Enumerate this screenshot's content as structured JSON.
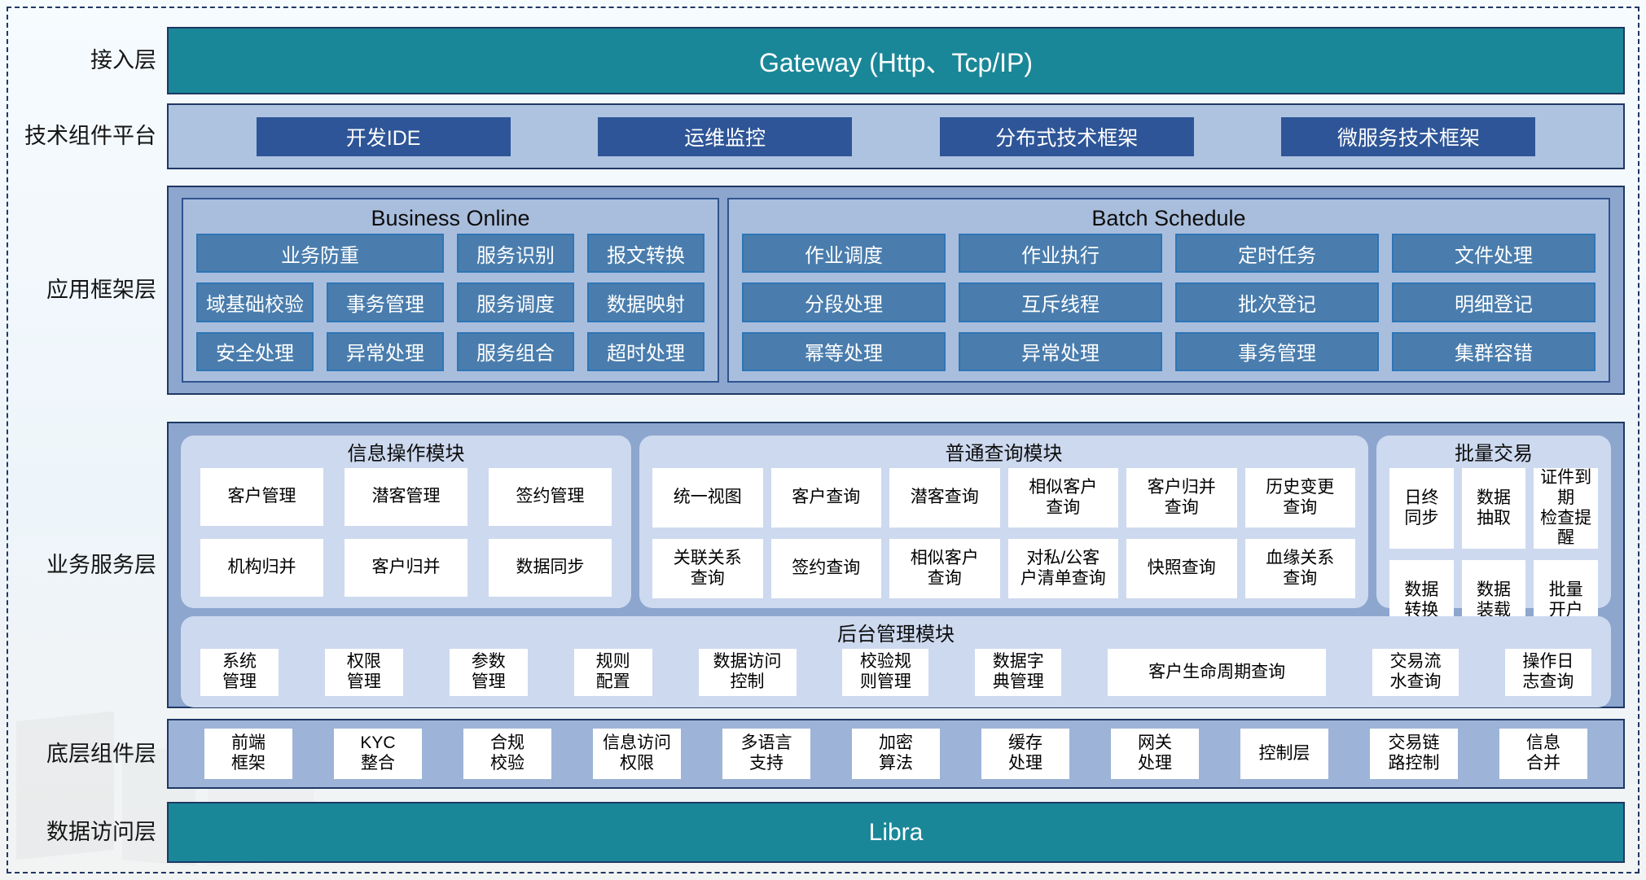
{
  "colors": {
    "teal_bar": "#1a8798",
    "navy_border": "#1f3864",
    "tech_button_blue": "#2e5597",
    "module_cell_blue": "#4a7dad",
    "panel_blue": "#8ca6ce",
    "sub_panel_blue": "#a9bedd",
    "rounded_panel_blue": "#cdd9ef"
  },
  "layer_labels": {
    "access": "接入层",
    "tech_platform": "技术组件平台",
    "app_framework": "应用框架层",
    "business_service": "业务服务层",
    "base_components": "底层组件层",
    "data_access": "数据访问层"
  },
  "access_layer": {
    "gateway": "Gateway (Http、Tcp/IP)"
  },
  "tech_platform": {
    "items": [
      "开发IDE",
      "运维监控",
      "分布式技术框架",
      "微服务技术框架"
    ]
  },
  "app_framework": {
    "business_online": {
      "title": "Business Online",
      "items": [
        "业务防重",
        "服务识别",
        "报文转换",
        "域基础校验",
        "事务管理",
        "服务调度",
        "数据映射",
        "安全处理",
        "异常处理",
        "服务组合",
        "超时处理"
      ]
    },
    "batch_schedule": {
      "title": "Batch Schedule",
      "items": [
        "作业调度",
        "作业执行",
        "定时任务",
        "文件处理",
        "分段处理",
        "互斥线程",
        "批次登记",
        "明细登记",
        "幂等处理",
        "异常处理",
        "事务管理",
        "集群容错"
      ]
    }
  },
  "business_service": {
    "info_module": {
      "title": "信息操作模块",
      "items": [
        "客户管理",
        "潜客管理",
        "签约管理",
        "机构归并",
        "客户归并",
        "数据同步"
      ]
    },
    "query_module": {
      "title": "普通查询模块",
      "items": [
        "统一视图",
        "客户查询",
        "潜客查询",
        "相似客户\n查询",
        "客户归并\n查询",
        "历史变更\n查询",
        "关联关系\n查询",
        "签约查询",
        "相似客户\n查询",
        "对私/公客\n户清单查询",
        "快照查询",
        "血缘关系\n查询"
      ]
    },
    "batch_trade": {
      "title": "批量交易",
      "items": [
        "日终\n同步",
        "数据\n抽取",
        "证件到期\n检查提醒",
        "数据\n转换",
        "数据\n装载",
        "批量\n开户"
      ]
    },
    "admin_module": {
      "title": "后台管理模块",
      "items": [
        "系统\n管理",
        "权限\n管理",
        "参数\n管理",
        "规则\n配置",
        "数据访问\n控制",
        "校验规\n则管理",
        "数据字\n典管理",
        "客户生命周期查询",
        "交易流\n水查询",
        "操作日\n志查询"
      ]
    }
  },
  "base_components": {
    "items": [
      "前端\n框架",
      "KYC\n整合",
      "合规\n校验",
      "信息访问\n权限",
      "多语言\n支持",
      "加密\n算法",
      "缓存\n处理",
      "网关\n处理",
      "控制层",
      "交易链\n路控制",
      "信息\n合并"
    ]
  },
  "data_access": {
    "libra": "Libra"
  }
}
